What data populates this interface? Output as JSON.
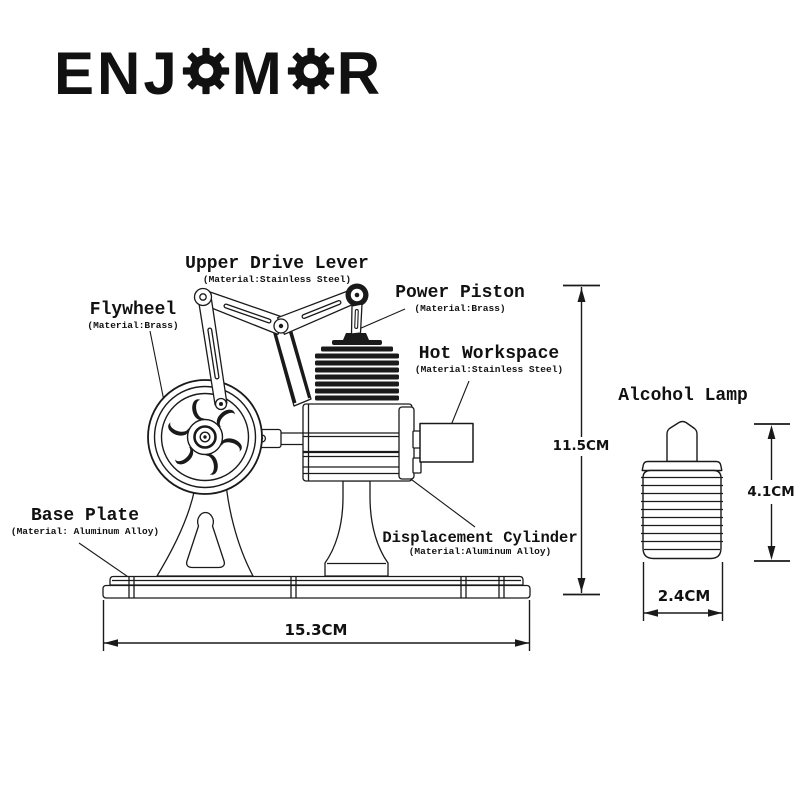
{
  "logo": {
    "brand": "ENJOMOR",
    "part_enj": "ENJ",
    "part_m": "M",
    "part_r": "R"
  },
  "labels": {
    "upper_drive_lever": {
      "title": "Upper Drive Lever",
      "material": "(Material:Stainless Steel)"
    },
    "flywheel": {
      "title": "Flywheel",
      "material": "(Material:Brass)"
    },
    "power_piston": {
      "title": "Power Piston",
      "material": "(Material:Brass)"
    },
    "hot_workspace": {
      "title": "Hot Workspace",
      "material": "(Material:Stainless Steel)"
    },
    "base_plate": {
      "title": "Base Plate",
      "material": "(Material: Aluminum Alloy)"
    },
    "displacement_cylinder": {
      "title": "Displacement Cylinder",
      "material": "(Material:Aluminum Alloy)"
    },
    "alcohol_lamp": {
      "title": "Alcohol Lamp"
    }
  },
  "dimensions": {
    "engine_height": "11.5CM",
    "engine_width": "15.3CM",
    "lamp_height": "4.1CM",
    "lamp_width": "2.4CM"
  },
  "colors": {
    "ink": "#1a1a1a",
    "background": "#ffffff"
  }
}
